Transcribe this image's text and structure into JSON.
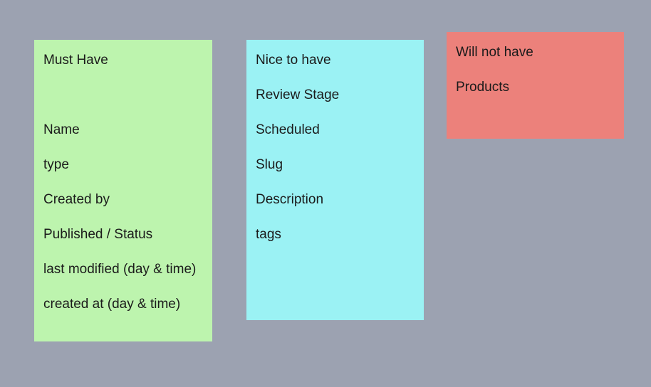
{
  "notes": {
    "must_have": {
      "color": "#bdf4ae",
      "heading": "Must Have",
      "items": [
        "Name",
        "type",
        "Created by",
        "Published / Status",
        "last modified (day & time)",
        "created at (day & time)"
      ]
    },
    "nice_to_have": {
      "color": "#9bf2f4",
      "heading": "Nice to have",
      "items": [
        "Review Stage",
        "Scheduled",
        "Slug",
        "Description",
        "tags"
      ]
    },
    "will_not_have": {
      "color": "#ec817b",
      "heading": "Will not have",
      "items": [
        "Products"
      ]
    }
  },
  "canvas": {
    "background": "#9ca2b1"
  }
}
